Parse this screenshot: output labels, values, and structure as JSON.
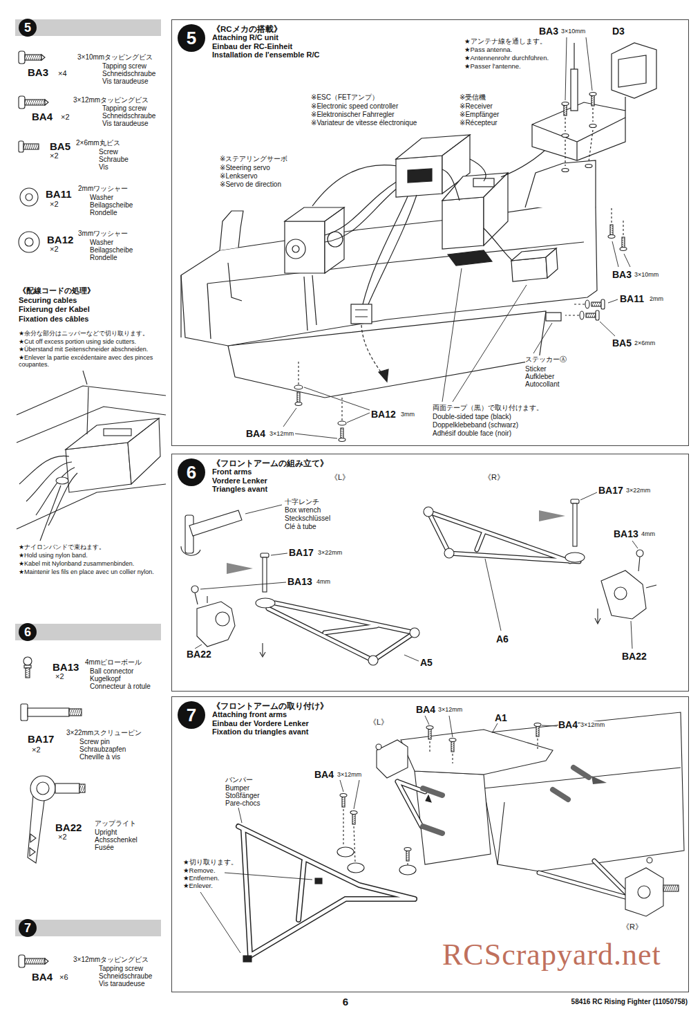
{
  "diagram": {
    "nodes": [
      {
        "text": [
          "5"
        ]
      },
      {
        "text": [
          "《RCメカの搭載》",
          "Attaching R/C unit",
          "Einbau der RC-Einheit",
          "Installation de l'ensemble R/C"
        ]
      },
      {
        "text": [
          "5"
        ],
        "in": 1
      },
      {
        "text": [
          "《フロントアームの組み立て》",
          "Front arms",
          "Vordere Lenker",
          "Triangles avant"
        ]
      },
      {
        "text": [
          "6"
        ],
        "in": 3
      },
      {
        "text": [
          "6"
        ]
      },
      {
        "text": [
          "《フロントアームの取り付け》",
          "Attaching front arms",
          "Einbau der Vordere Lenker",
          "Fixation du triangles avant"
        ]
      },
      {
        "text": [
          "7"
        ],
        "in": 6
      },
      {
        "text": [
          "7"
        ]
      }
    ],
    "labels": [
      "3×10mmタッピングビス",
      "Tapping screw",
      "Schneidschraube",
      "Vis taraudeuse",
      "BA3",
      "×4",
      "3×12mmタッピングビス",
      "Tapping screw",
      "Schneidschraube",
      "Vis taraudeuse",
      "BA4",
      "×2",
      "2×6mm丸ビス",
      "Screw",
      "Schraube",
      "Vis",
      "BA5",
      "×2",
      "2mmワッシャー",
      "Washer",
      "Beilagscheibe",
      "Rondelle",
      "BA11",
      "×2",
      "3mmワッシャー",
      "Washer",
      "Beilagscheibe",
      "Rondelle",
      "BA12",
      "×2",
      "《配線コードの処理》",
      "Securing cables",
      "Fixierung der Kabel",
      "Fixation des câbles",
      "★余分な部分はニッパーなどで切り取ります。",
      "★Cut off excess portion using side cutters.",
      "★Überstand mit Seitenschneider abschneiden.",
      "★Enlever la partie excédentaire avec des pinces coupantes.",
      "★ナイロンバンドで束ねます。",
      "★Hold using nylon band.",
      "★Kabel mit Nylonband zusammenbinden.",
      "★Maintenir les fils en place avec un collier nylon.",
      "4mmピローボール",
      "Ball connector",
      "Kugelkopf",
      "Connecteur à rotule",
      "BA13",
      "×2",
      "3×22mmスクリューピン",
      "Screw pin",
      "Schraubzapfen",
      "Cheville à vis",
      "BA17",
      "×2",
      "アップライト",
      "Upright",
      "Achsschenkel",
      "Fusée",
      "BA22",
      "×2",
      "3×12mmタッピングビス",
      "Tapping screw",
      "Schneidschraube",
      "Vis taraudeuse",
      "BA4",
      "×6",
      "BA3",
      "3×10mm",
      "D3",
      "★アンテナ線を通します。",
      "★Pass antenna.",
      "★Antennenrohr durchführen.",
      "★Passer l'antenne.",
      "※ESC（FETアンプ）",
      "※Electronic speed controller",
      "※Elektronischer Fahrregler",
      "※Variateur de vitesse électronique",
      "※受信機",
      "※Receiver",
      "※Empfänger",
      "※Récepteur",
      "※ステアリングサーボ",
      "※Steering servo",
      "※Lenkservo",
      "※Servo de direction",
      "BA3",
      "3×10mm",
      "BA11",
      "2mm",
      "BA5",
      "2×6mm",
      "ステッカーⒶ",
      "Sticker",
      "Aufkleber",
      "Autocollant",
      "両面テープ（黒）で取り付けます。",
      "Double-sided tape (black)",
      "Doppelklebeband (schwarz)",
      "Adhésif double face (noir)",
      "BA12",
      "3mm",
      "BA4",
      "3×12mm",
      "《L》",
      "《R》",
      "十字レンチ",
      "Box wrench",
      "Steckschlüssel",
      "Clé à tube",
      "BA17",
      "3×22mm",
      "BA13",
      "4mm",
      "BA22",
      "A5",
      "BA17",
      "3×22mm",
      "BA13",
      "4mm",
      "A6",
      "BA22",
      "《L》",
      "BA4",
      "3×12mm",
      "A1",
      "BA4",
      "3×12mm",
      "BA4",
      "3×12mm",
      "バンパー",
      "Bumper",
      "Stoßfänger",
      "Pare-chocs",
      "★切り取ります。",
      "★Remove.",
      "★Entfernen.",
      "★Enlever.",
      "《R》",
      "6",
      "58416 RC Rising Fighter (11050758)",
      "RCScrapyard.net"
    ]
  }
}
